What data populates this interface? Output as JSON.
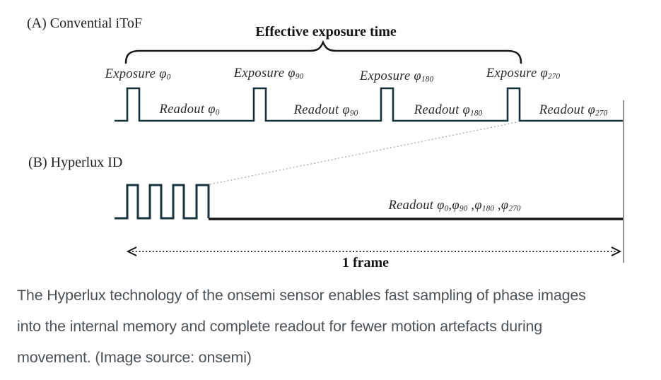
{
  "figure": {
    "panel_a": {
      "title": "(A) Convential iToF",
      "brace_label": "Effective exposure time",
      "exposures": [
        {
          "text": "Exposure φ",
          "sub": "0"
        },
        {
          "text": "Exposure φ",
          "sub": "90"
        },
        {
          "text": "Exposure φ",
          "sub": "180"
        },
        {
          "text": "Exposure φ",
          "sub": "270"
        }
      ],
      "readouts": [
        {
          "text": "Readout φ",
          "sub": "0"
        },
        {
          "text": "Readout φ",
          "sub": "90"
        },
        {
          "text": "Readout φ",
          "sub": "180"
        },
        {
          "text": "Readout φ",
          "sub": "270"
        }
      ]
    },
    "panel_b": {
      "title": "(B) Hyperlux ID",
      "readout_label": [
        {
          "text": "Readout φ",
          "sub": "0"
        },
        {
          "text": ",φ",
          "sub": "90"
        },
        {
          "text": " ,φ",
          "sub": "180"
        },
        {
          "text": " ,φ",
          "sub": "270"
        }
      ]
    },
    "frame_label": "1 frame",
    "colors": {
      "waveform": "#16323c",
      "ink": "#141414",
      "diagonal_dotted": "#9a9a9a",
      "caption_text": "#4d5257",
      "background": "#ffffff"
    }
  },
  "caption": {
    "lines": [
      "The Hyperlux technology of the onsemi sensor enables fast sampling of phase images",
      "into the internal memory and complete readout for fewer motion artefacts during",
      "movement. (Image source: onsemi)"
    ]
  }
}
